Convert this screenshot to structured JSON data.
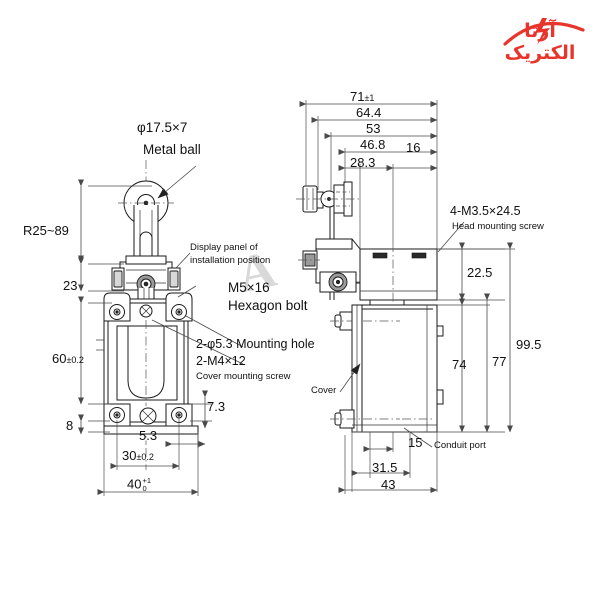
{
  "document": {
    "title": "Limit Switch Dimensional Drawing",
    "background_color": "#ffffff",
    "line_color": "#1a1a1a"
  },
  "logo": {
    "name": "arta-electric-logo",
    "text": "آرتا الکتریک",
    "color": "#e8342a",
    "mark": "lightning-bolt-arc"
  },
  "watermark": {
    "glyph": "A",
    "color": "rgba(120,120,120,0.28)"
  },
  "front_view": {
    "name": "front-view",
    "callouts": {
      "roller_spec": "φ17.5×7",
      "roller_name": "Metal ball",
      "display_panel_line1": "Display panel of",
      "display_panel_line2": "installation position",
      "bolt_spec": "M5×16",
      "bolt_name": "Hexagon bolt",
      "mounting_hole": "2-φ5.3 Mounting hole",
      "cover_screw_spec": "2-M4×12",
      "cover_screw_name": "Cover mounting screw"
    },
    "dimensions": {
      "lever_radius": "R25~89",
      "head_height": "23",
      "body_height_value": "60",
      "body_height_tol": "±0.2",
      "base_thickness": "8",
      "hole_pitch_small": "5.3",
      "hole_pitch_value": "30",
      "hole_pitch_tol": "±0.2",
      "overall_width_value": "40",
      "overall_width_tol_upper": "+1",
      "overall_width_tol_lower": "0",
      "base_step": "7.3"
    }
  },
  "side_view": {
    "name": "side-view",
    "callouts": {
      "head_screw_spec": "4-M3.5×24.5",
      "head_screw_name": "Head mounting screw",
      "cover_name": "Cover",
      "conduit_name": "Conduit port"
    },
    "dimensions": {
      "overall_length_value": "71",
      "overall_length_tol": "±1",
      "d_64_4": "64.4",
      "d_53": "53",
      "d_46_8": "46.8",
      "d_28_3": "28.3",
      "d_16": "16",
      "d_22_5": "22.5",
      "d_74": "74",
      "d_77": "77",
      "d_99_5": "99.5",
      "d_15": "15",
      "d_31_5": "31.5",
      "d_43": "43"
    }
  }
}
